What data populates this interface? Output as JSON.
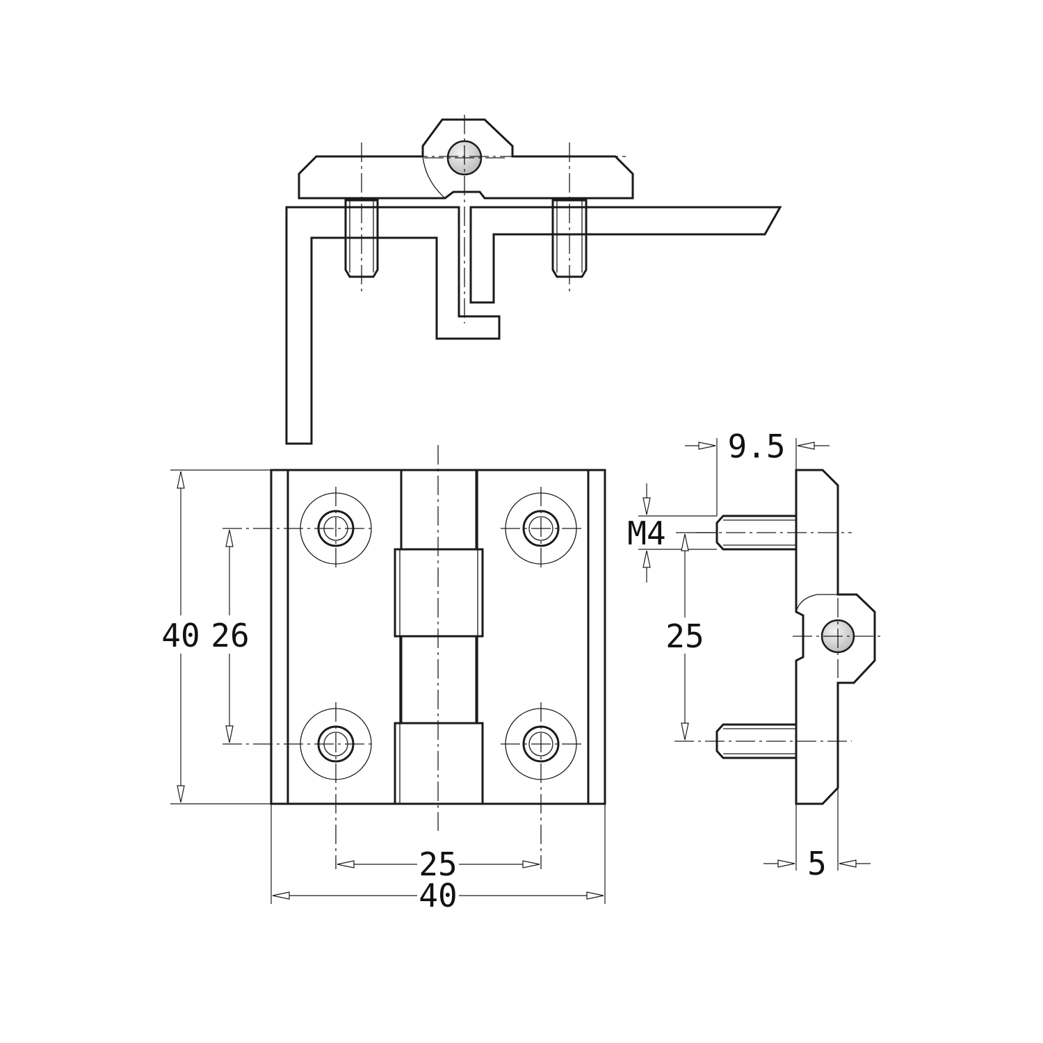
{
  "drawing": {
    "title": "",
    "colors": {
      "line": "#1a1a1a",
      "pin_fill": "#d9d9d9",
      "background": "#ffffff"
    }
  },
  "dimensions": {
    "front_height_total": "40",
    "front_hole_vertical_spacing": "26",
    "front_hole_horizontal_spacing": "25",
    "front_width_total": "40",
    "side_stud_length": "9.5",
    "side_thread_size": "M4",
    "side_stud_spacing": "25",
    "side_thickness": "5"
  }
}
